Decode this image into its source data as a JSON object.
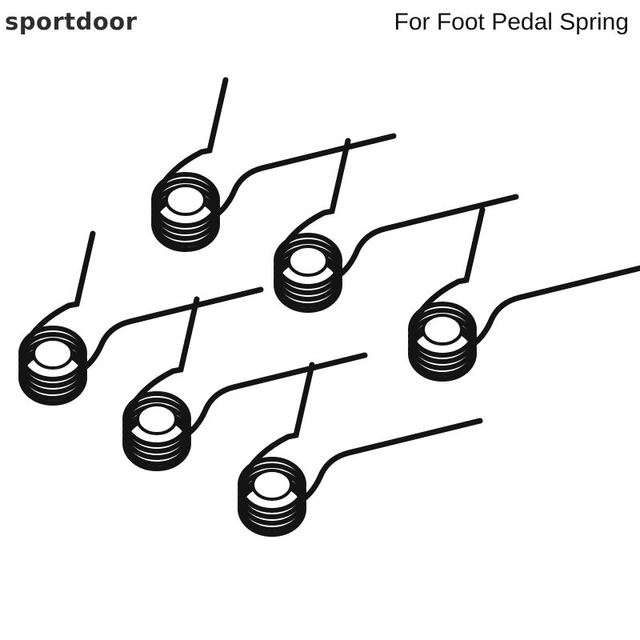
{
  "brand": "sportdoor",
  "caption": "For Foot Pedal Spring",
  "product": {
    "item": "torsion spring",
    "count": 6,
    "color": "#141414"
  }
}
